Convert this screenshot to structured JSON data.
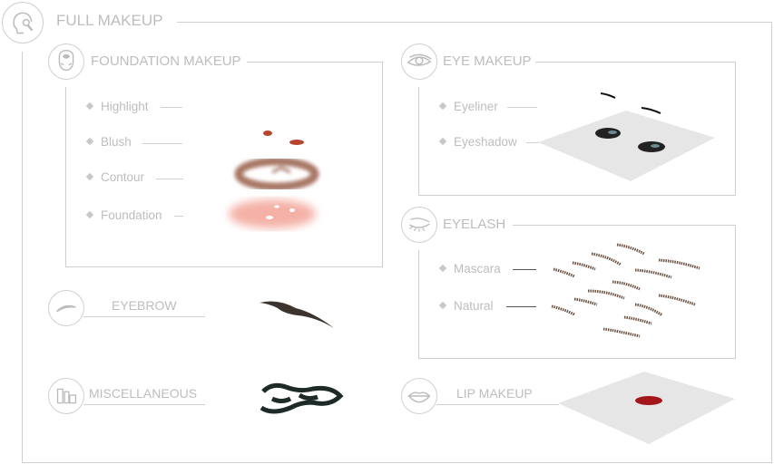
{
  "full_makeup": {
    "title": "FULL MAKEUP",
    "icon": "face-brush-icon"
  },
  "foundation": {
    "title": "FOUNDATION MAKEUP",
    "icon": "face-mask-icon",
    "items": [
      "Highlight",
      "Blush",
      "Contour",
      "Foundation"
    ]
  },
  "eye_makeup": {
    "title": "EYE MAKEUP",
    "icon": "eye-icon",
    "items": [
      "Eyeliner",
      "Eyeshadow"
    ]
  },
  "eyelash": {
    "title": "EYELASH",
    "icon": "closed-eye-lash-icon",
    "items": [
      "Mascara",
      "Natural"
    ]
  },
  "eyebrow": {
    "title": "EYEBROW",
    "icon": "eyebrow-icon"
  },
  "misc": {
    "title": "MISCELLANEOUS",
    "icon": "cosmetics-icon"
  },
  "lip": {
    "title": "LIP MAKEUP",
    "icon": "lips-icon"
  },
  "colors": {
    "line": "#cfcfcf",
    "text": "#bdbdbd",
    "blush": "#b5452f",
    "contour": "#a87766",
    "foundation": "#f4b0a6",
    "lip": "#a3161a"
  }
}
